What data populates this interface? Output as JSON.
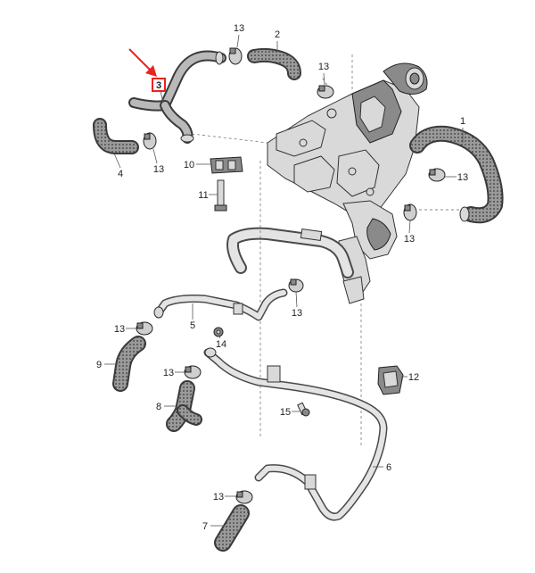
{
  "highlight": {
    "color": "#e8251f",
    "selected_part": "3"
  },
  "callouts": {
    "c1": "1",
    "c2": "2",
    "c3": "3",
    "c4": "4",
    "c5": "5",
    "c6": "6",
    "c7": "7",
    "c8": "8",
    "c9": "9",
    "c10": "10",
    "c11": "11",
    "c12": "12",
    "c13a": "13",
    "c13b": "13",
    "c13c": "13",
    "c13d": "13",
    "c13e": "13",
    "c13f": "13",
    "c13g": "13",
    "c13h": "13",
    "c13i": "13",
    "c14": "14",
    "c15": "15"
  }
}
